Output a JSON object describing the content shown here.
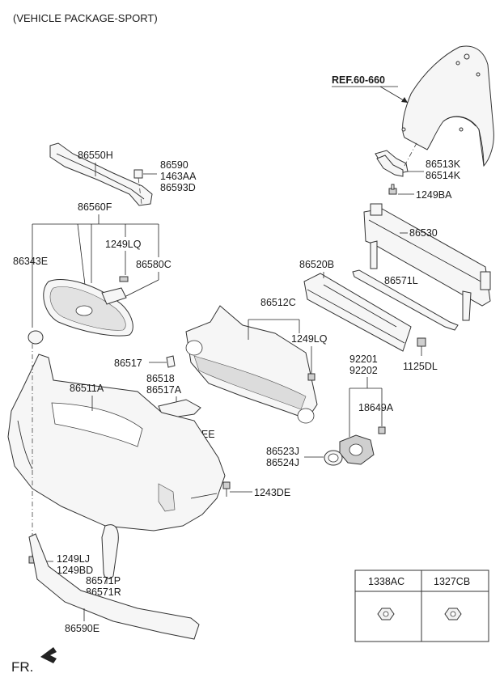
{
  "header": {
    "title": "(VEHICLE PACKAGE-SPORT)"
  },
  "reference": {
    "label": "REF.60-660"
  },
  "footer": {
    "direction": "FR."
  },
  "parts": {
    "p86550H": "86550H",
    "p86590": "86590",
    "p1463AA": "1463AA",
    "p86593D": "86593D",
    "p86560F": "86560F",
    "p1249LQ_a": "1249LQ",
    "p86343E": "86343E",
    "p86580C": "86580C",
    "p86513K": "86513K",
    "p86514K": "86514K",
    "p1249BA": "1249BA",
    "p86530": "86530",
    "p86520B": "86520B",
    "p86571L": "86571L",
    "p86512C": "86512C",
    "p1249LQ_b": "1249LQ",
    "p1125DL": "1125DL",
    "p86517": "86517",
    "p86518": "86518",
    "p86517A": "86517A",
    "p92201": "92201",
    "p92202": "92202",
    "p86511A": "86511A",
    "p18649A": "18649A",
    "p1129EE": "1129EE",
    "p86523J": "86523J",
    "p86524J": "86524J",
    "p1243DE": "1243DE",
    "p1249LJ": "1249LJ",
    "p1249BD": "1249BD",
    "p86571P": "86571P",
    "p86571R": "86571R",
    "p86590E": "86590E"
  },
  "legend_table": {
    "col1": "1338AC",
    "col2": "1327CB",
    "icon": "nut-icon"
  }
}
